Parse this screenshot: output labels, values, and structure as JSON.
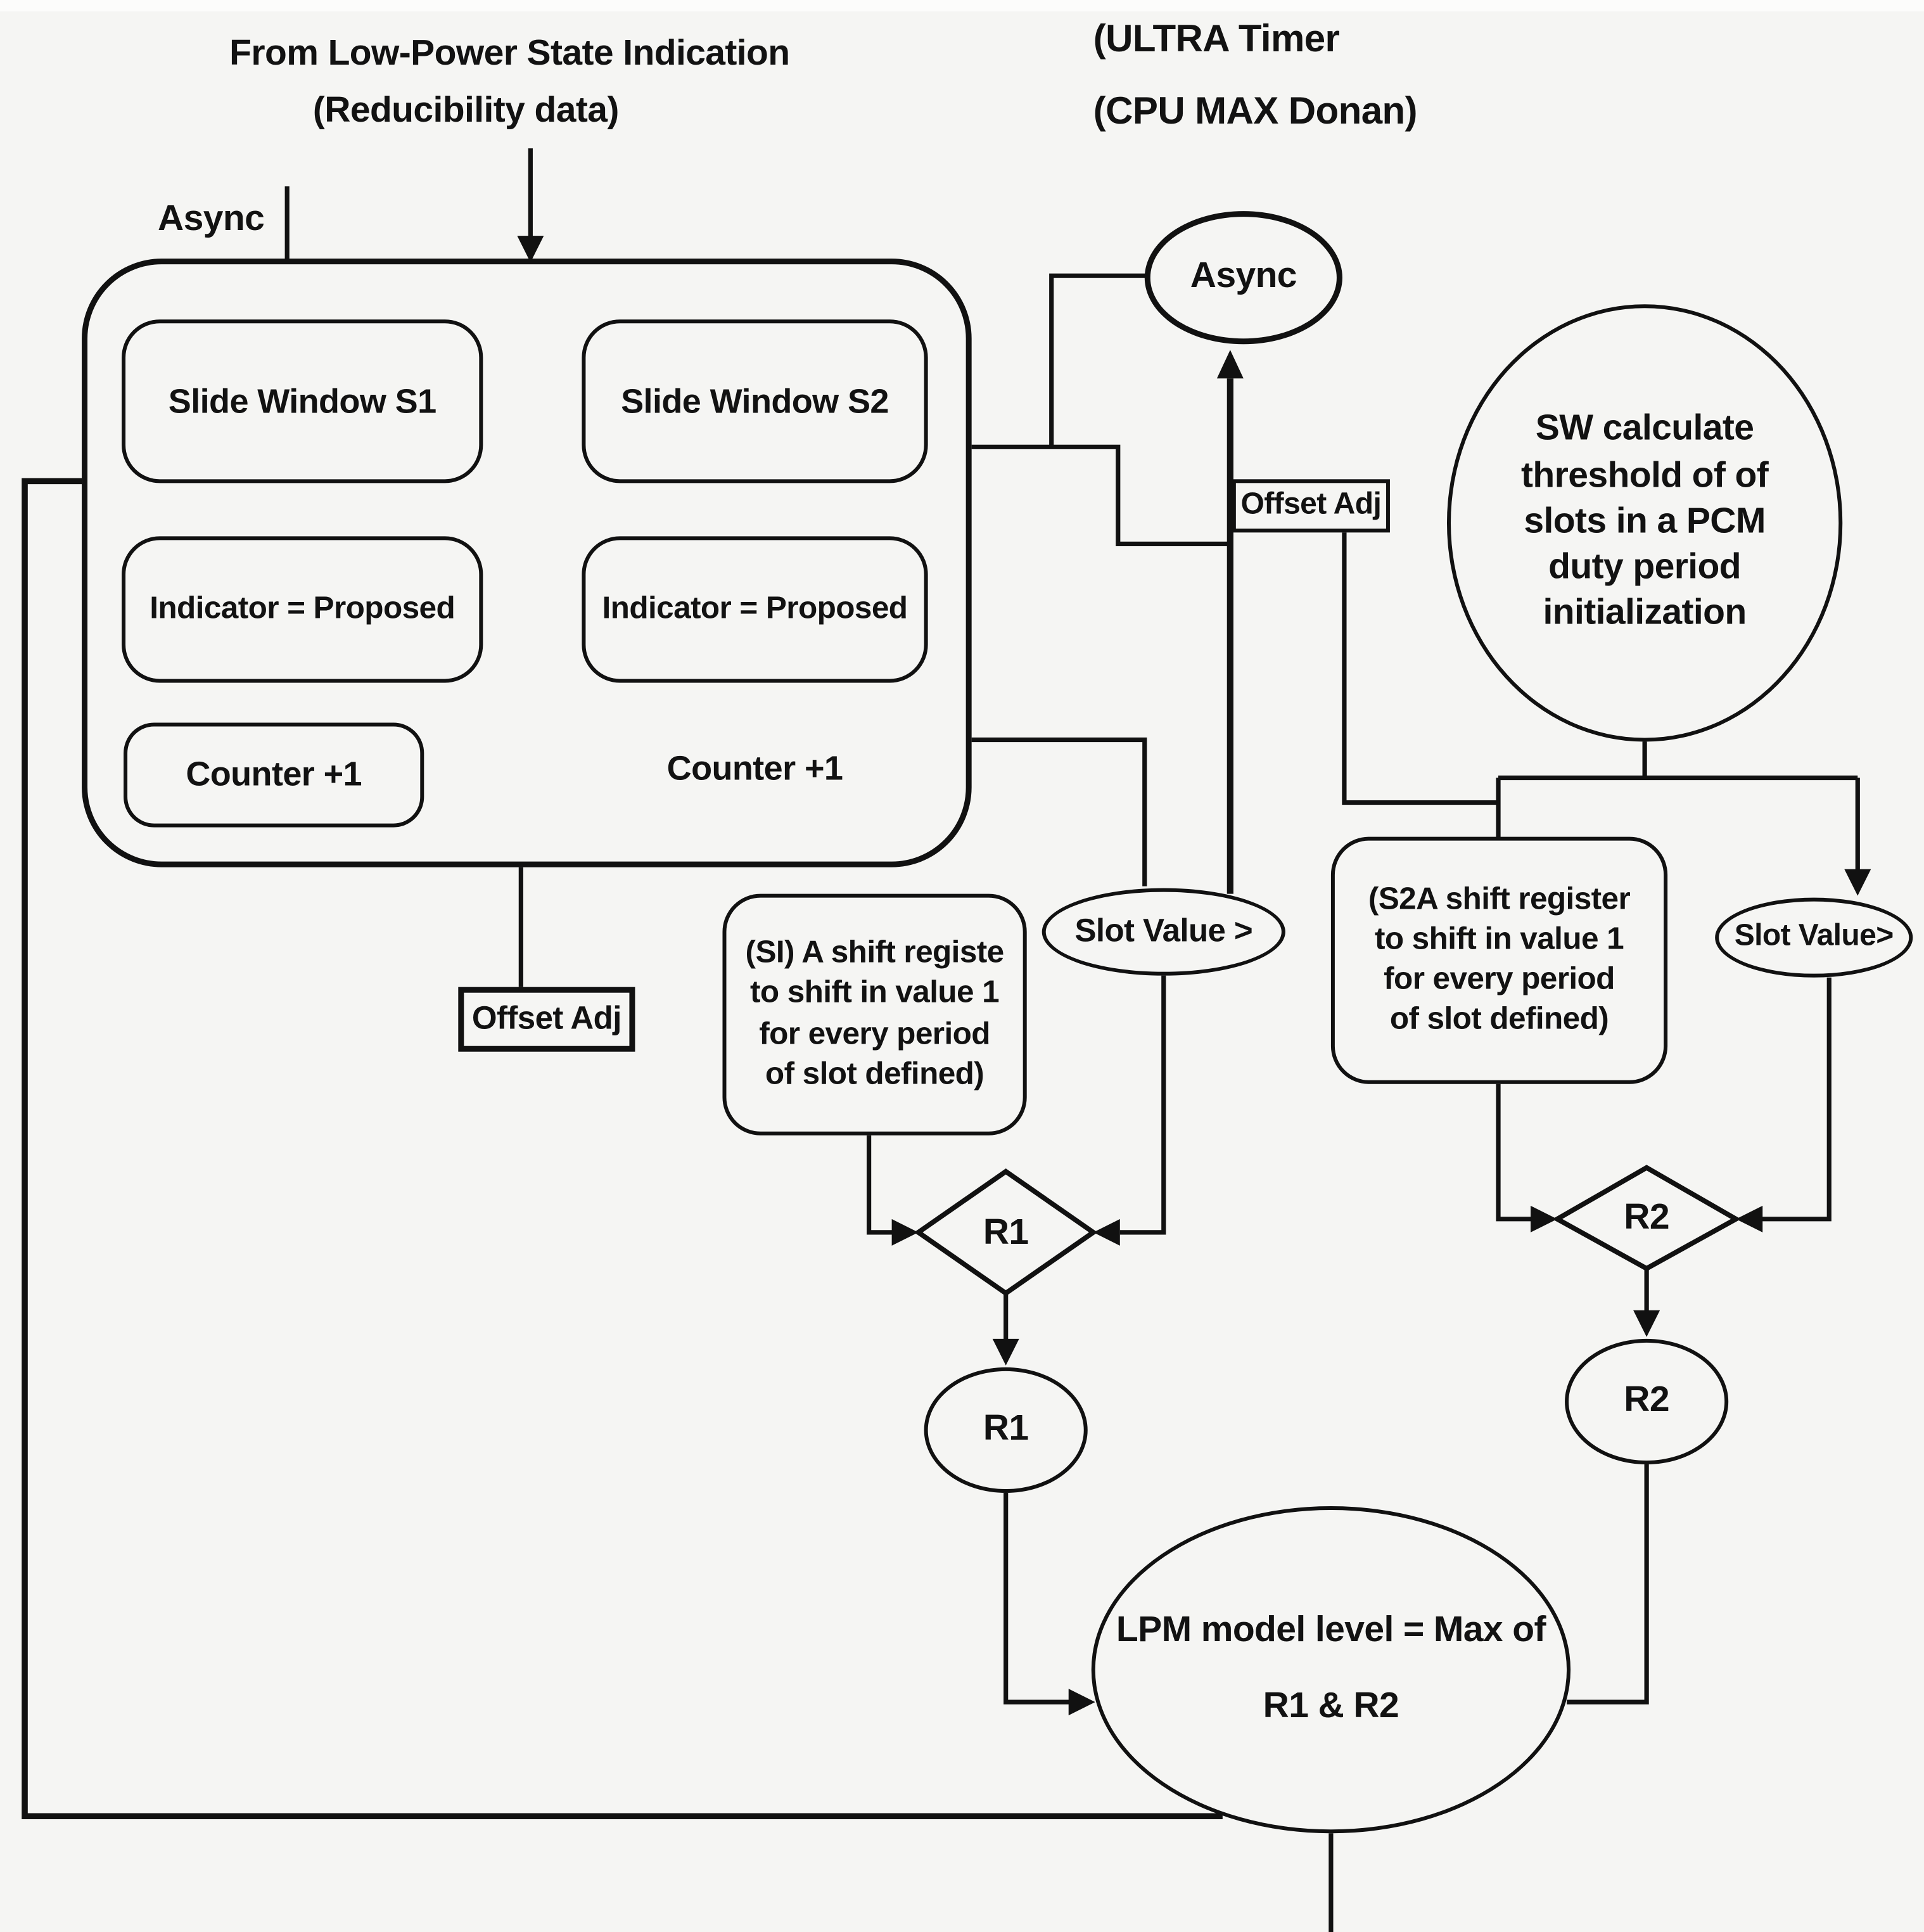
{
  "page": {
    "background": "#f5f5f3",
    "ink": "#111111"
  },
  "annotations": {
    "source_label_line1": "From Low-Power State Indication",
    "source_label_line2": "(Reducibility data)",
    "async_side_label": "Async",
    "timer_label_line1": "(ULTRA Timer",
    "timer_label_line2": "(CPU MAX Donan)"
  },
  "nodes": {
    "async_ellipse": "Async",
    "slide_window_s1": "Slide Window S1",
    "slide_window_s2": "Slide Window S2",
    "indicator_s1": "Indicator = Proposed",
    "indicator_s2": "Indicator = Proposed",
    "counter_s1": "Counter +1",
    "counter_s2": "Counter  +1",
    "sw_threshold_circle": [
      "SW calculate",
      "threshold of of",
      "slots in a PCM",
      "duty period",
      "initialization"
    ],
    "offset_adj_top": "Offset Adj",
    "offset_adj_left": "Offset Adj",
    "si_shift_register": [
      "(SI) A shift registe",
      "to shift in value 1",
      "for every period",
      "of slot defined)"
    ],
    "s2a_shift_register": [
      "(S2A shift register",
      "to shift in value 1",
      "for every period",
      "of slot defined)"
    ],
    "slot_value_left": "Slot Value >",
    "slot_value_right": "Slot Value>",
    "r1_decision": "R1",
    "r2_decision": "R2",
    "r1_result": "R1",
    "r2_result": "R2",
    "lpm_line1": "LPM model level = Max of",
    "lpm_line2": "R1 & R2"
  }
}
